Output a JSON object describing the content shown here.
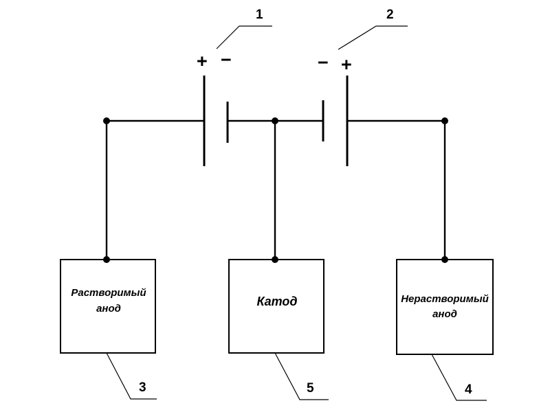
{
  "callouts": {
    "battery_1": "1",
    "battery_2": "2",
    "soluble_anode": "3",
    "insoluble_anode": "4",
    "cathode": "5"
  },
  "battery_1": {
    "plus": "+",
    "minus": "−"
  },
  "battery_2": {
    "minus": "−",
    "plus": "+"
  },
  "blocks": {
    "soluble_anode": {
      "line1": "Растворимый",
      "line2": "анод"
    },
    "cathode": {
      "line1": "Катод"
    },
    "insoluble_anode": {
      "line1": "Нерастворимый",
      "line2": "анод"
    }
  }
}
